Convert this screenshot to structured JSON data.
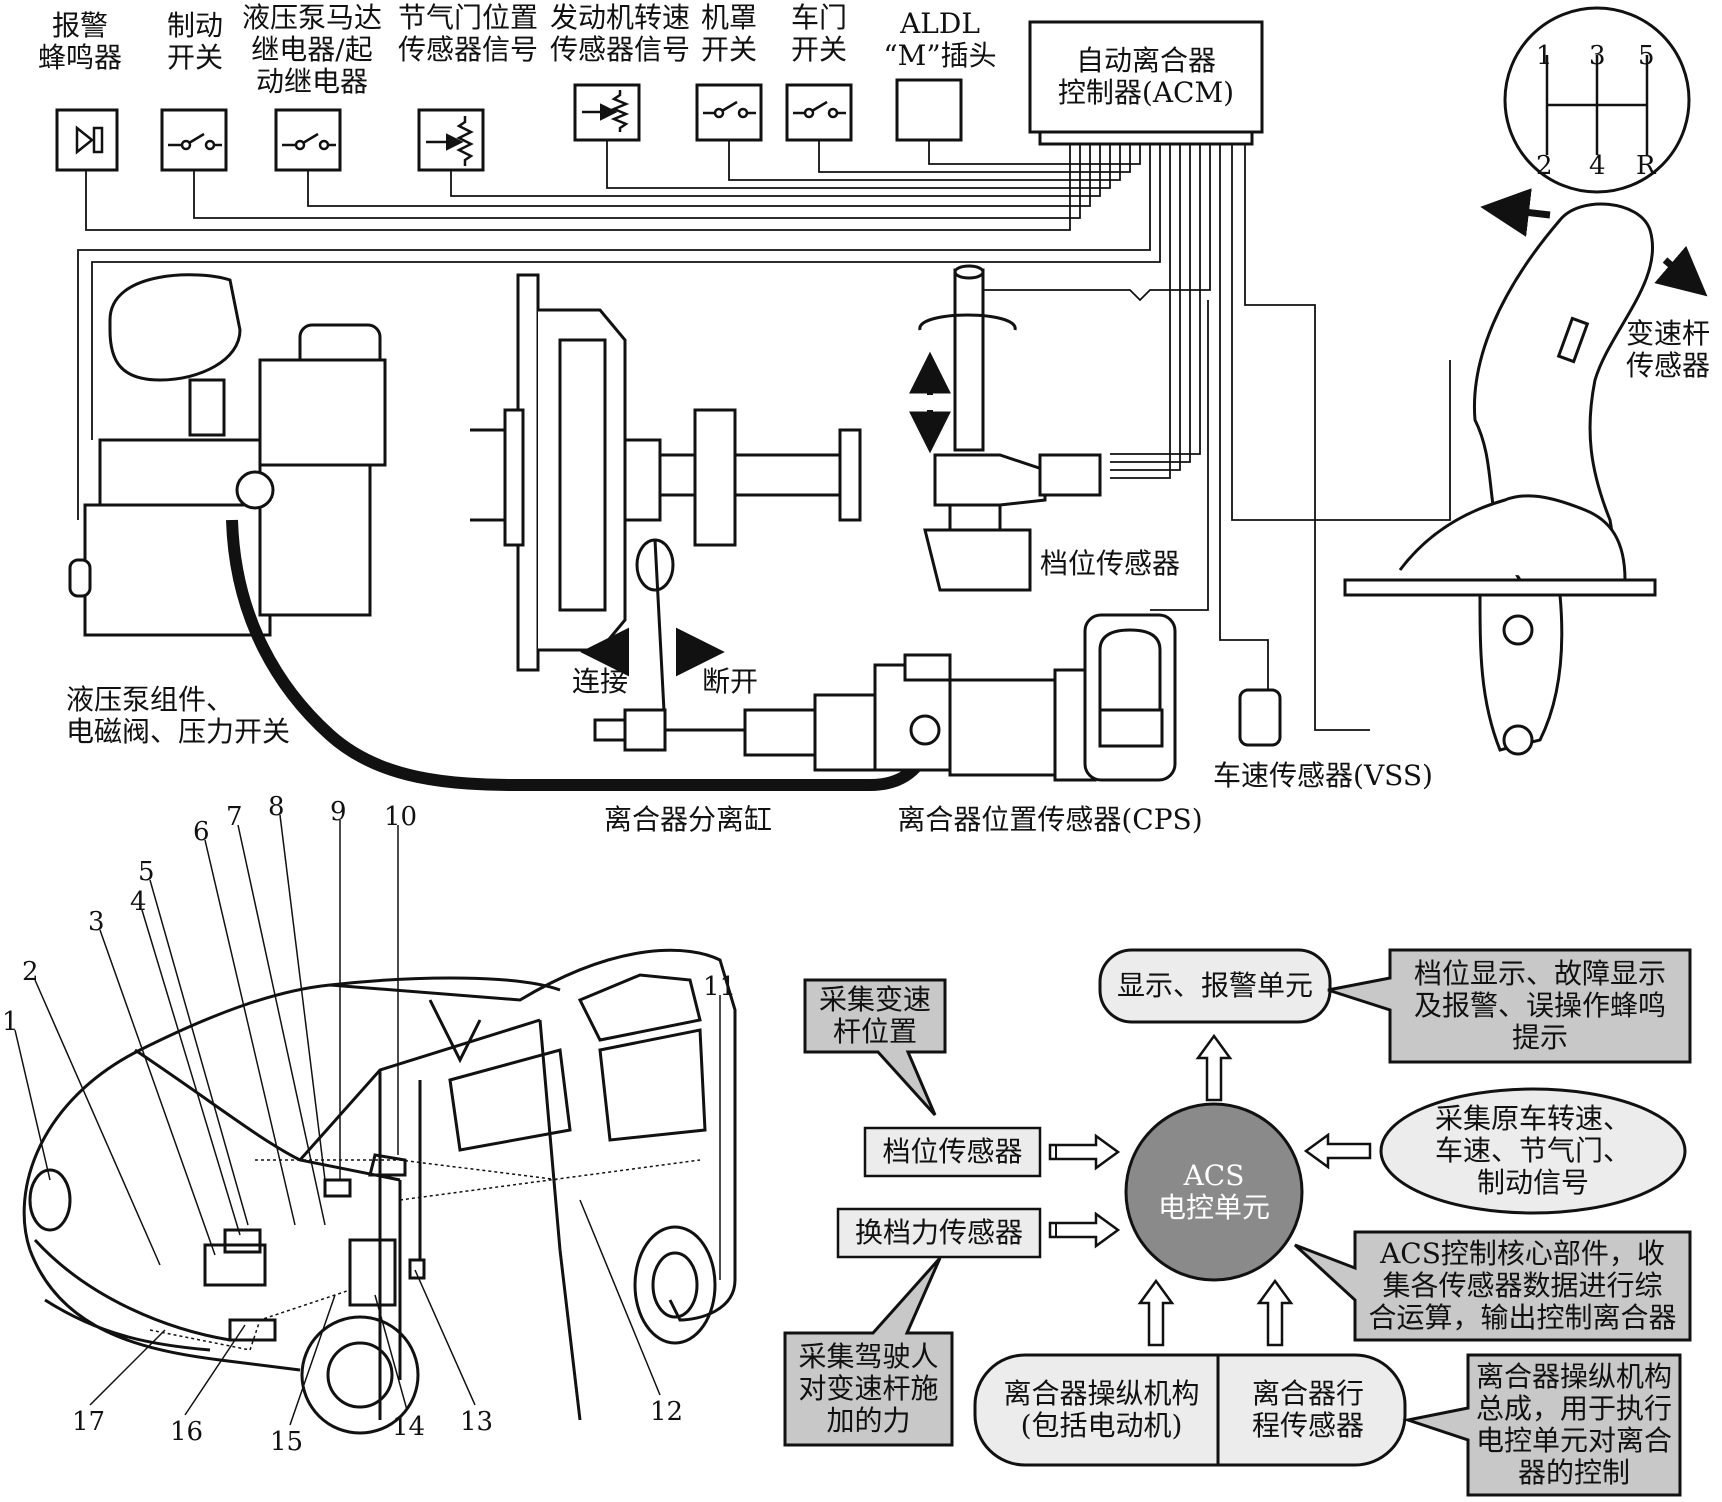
{
  "top_diagram": {
    "inputs": [
      {
        "label": "报警\n蜂鸣器",
        "icon": "buzzer-icon"
      },
      {
        "label": "制动\n开关",
        "icon": "switch-icon"
      },
      {
        "label": "液压泵马达\n继电器/起\n动继电器",
        "icon": "switch-icon"
      },
      {
        "label": "节气门位置\n传感器信号",
        "icon": "potentiometer-icon"
      },
      {
        "label": "发动机转速\n传感器信号",
        "icon": "potentiometer-icon"
      },
      {
        "label": "机罩\n开关",
        "icon": "switch-icon"
      },
      {
        "label": "车门\n开关",
        "icon": "switch-icon"
      },
      {
        "label": "ALDL\n“M”插头",
        "icon": "connector-icon"
      }
    ],
    "controller": "自动离合器\n控制器(ACM)",
    "shift_pattern": {
      "top": [
        "1",
        "3",
        "5"
      ],
      "bottom": [
        "2",
        "4",
        "R"
      ]
    },
    "labels": {
      "shift_lever_sensor": "变速杆\n传感器",
      "gear_sensor": "档位传感器",
      "hydraulic_pump": "液压泵组件、\n电磁阀、压力开关",
      "engage": "连接",
      "disengage": "断开",
      "slave_cylinder": "离合器分离缸",
      "cps": "离合器位置传感器(CPS)",
      "vss": "车速传感器(VSS)"
    }
  },
  "car_callouts": [
    "1",
    "2",
    "3",
    "4",
    "5",
    "6",
    "7",
    "8",
    "9",
    "10",
    "11",
    "12",
    "13",
    "14",
    "15",
    "16",
    "17"
  ],
  "block_diagram": {
    "center": "ACS\n电控单元",
    "display_unit": "显示、报警单元",
    "display_note": "档位显示、故障显示\n及报警、误操作蜂鸣\n提示",
    "gear_sensor": "档位传感器",
    "gear_sensor_note": "采集变速\n杆位置",
    "force_sensor": "换档力传感器",
    "force_sensor_note": "采集驾驶人\n对变速杆施\n加的力",
    "signals_input": "采集原车转速、\n车速、节气门、\n制动信号",
    "core_note": "ACS控制核心部件，收\n集各传感器数据进行综\n合运算，输出控制离合器",
    "actuator": "离合器操纵机构\n(包括电动机)",
    "stroke_sensor": "离合器行\n程传感器",
    "actuator_note": "离合器操纵机构\n总成，用于执行\n电控单元对离合\n器的控制"
  },
  "colors": {
    "line": "#111111",
    "note_gray": "#c8c8c8",
    "box_gray": "#ececec",
    "center_gray": "#8a8a8a"
  }
}
